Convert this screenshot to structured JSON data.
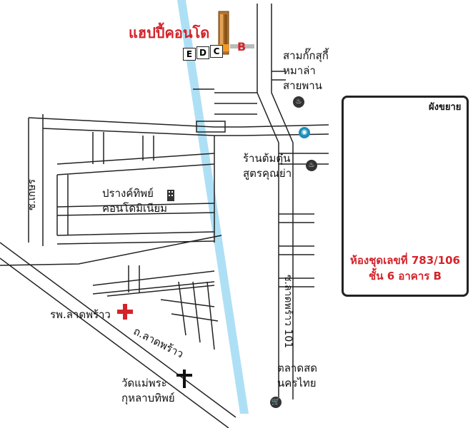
{
  "title": "แฮปปี้คอนโด",
  "building_b": "B",
  "buildings": [
    "E",
    "D",
    "C"
  ],
  "labels": {
    "samkok": [
      "สามกั๊กสุกี้",
      "หมาล่า",
      "สายพาน"
    ],
    "tomtun": [
      "ร้านต้มตุ๋น",
      "สูตรคุณย่า"
    ],
    "prang": [
      "ปรางค์ทิพย์",
      "คอนโดมิเนียม"
    ],
    "hospital": "รพ.ลาดพร้าว",
    "road_ladprao": "ถ.ลาดพร้าว",
    "church": [
      "วัดแม่พระ",
      "กุหลาบทิพย์"
    ],
    "market": [
      "ตลาดสด",
      "นครไทย"
    ],
    "road_left": "ซ.เกษร",
    "road_right": "ซ.ลาดพร้าว 101"
  },
  "plan": {
    "zoom_label": "ผังขยาย",
    "unit_line1": "ห้องชุดเลขที่ 783/106",
    "unit_line2": "ชั้น 6 อาคาร B"
  },
  "colors": {
    "canal": "#aee0f5",
    "accent": "#d4232a",
    "unit": "#f59a23"
  },
  "icons": {
    "tower": "building-icon",
    "hospital": "red-cross-icon",
    "church": "cross-icon",
    "restaurant": "fork-knife-icon",
    "market": "cart-icon",
    "bank": "bank-icon"
  }
}
